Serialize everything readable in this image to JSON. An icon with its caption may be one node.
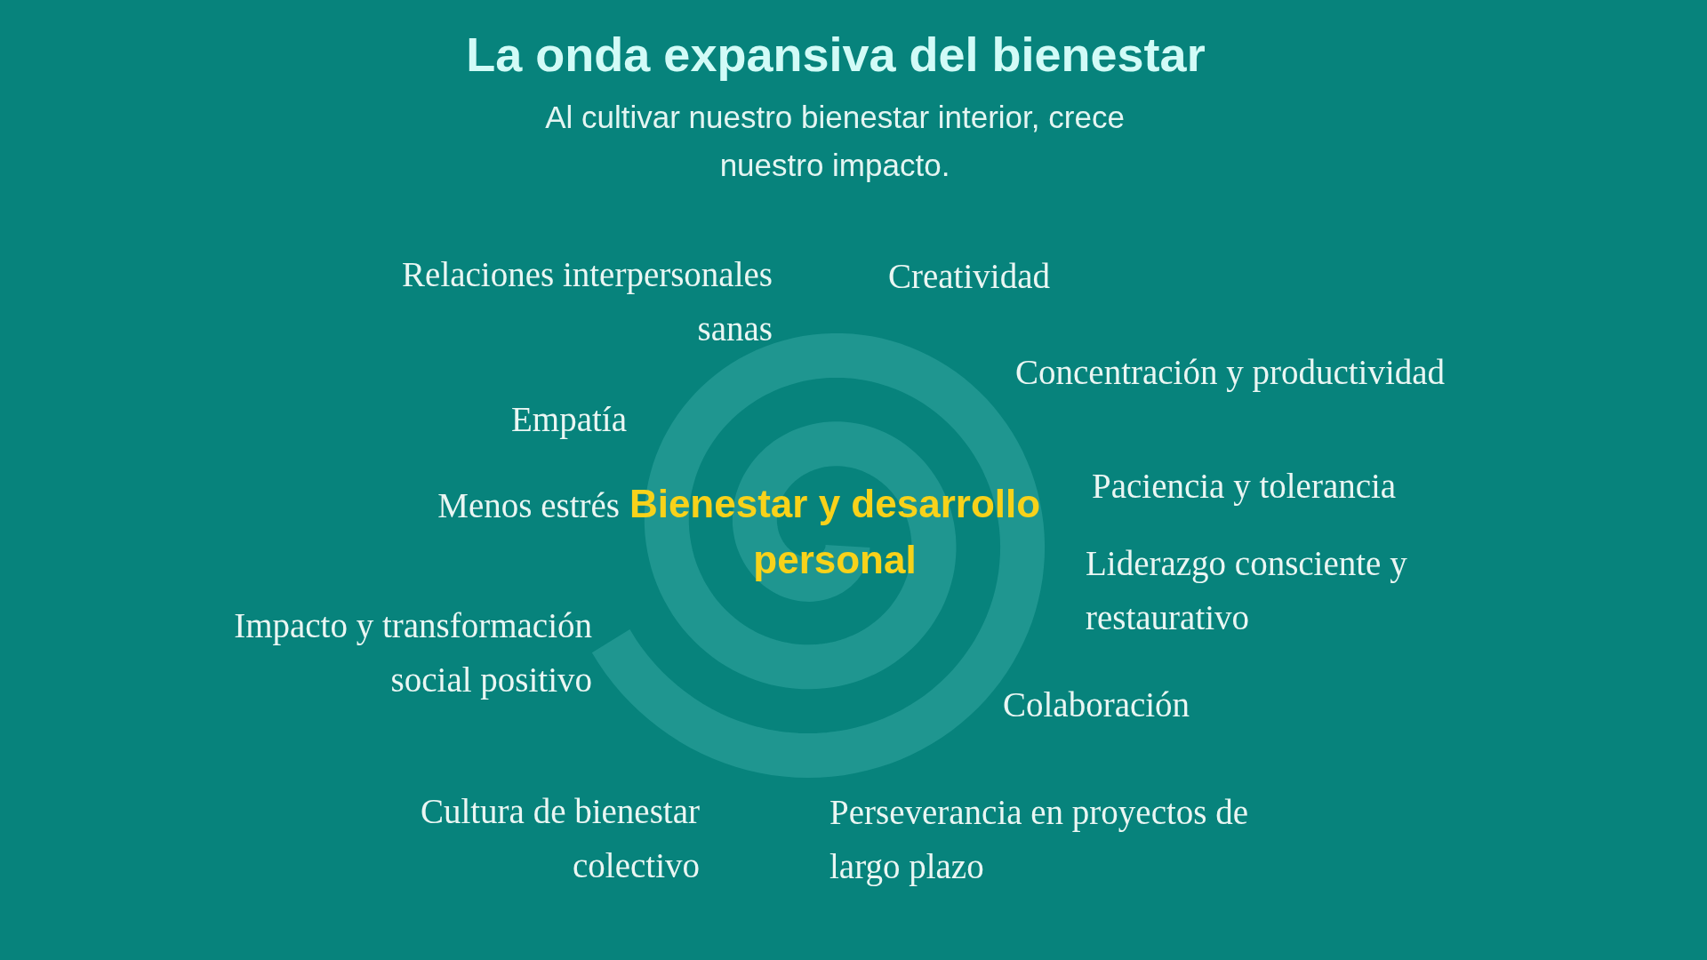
{
  "diagram": {
    "title": "La onda expansiva del bienestar",
    "labels": [
      "Al cultivar nuestro bienestar interior, crece nuestro impacto.",
      "Relaciones interpersonales sanas",
      "Creatividad",
      "Concentración y productividad",
      "Empatía",
      "Paciencia y tolerancia",
      "Menos estrés",
      "Bienestar y desarrollo personal",
      "Liderazgo consciente y restaurativo",
      "Impacto y transformación social positivo",
      "Colaboración",
      "Cultura de bienestar colectivo",
      "Perseverancia en proyectos de largo plazo"
    ]
  }
}
